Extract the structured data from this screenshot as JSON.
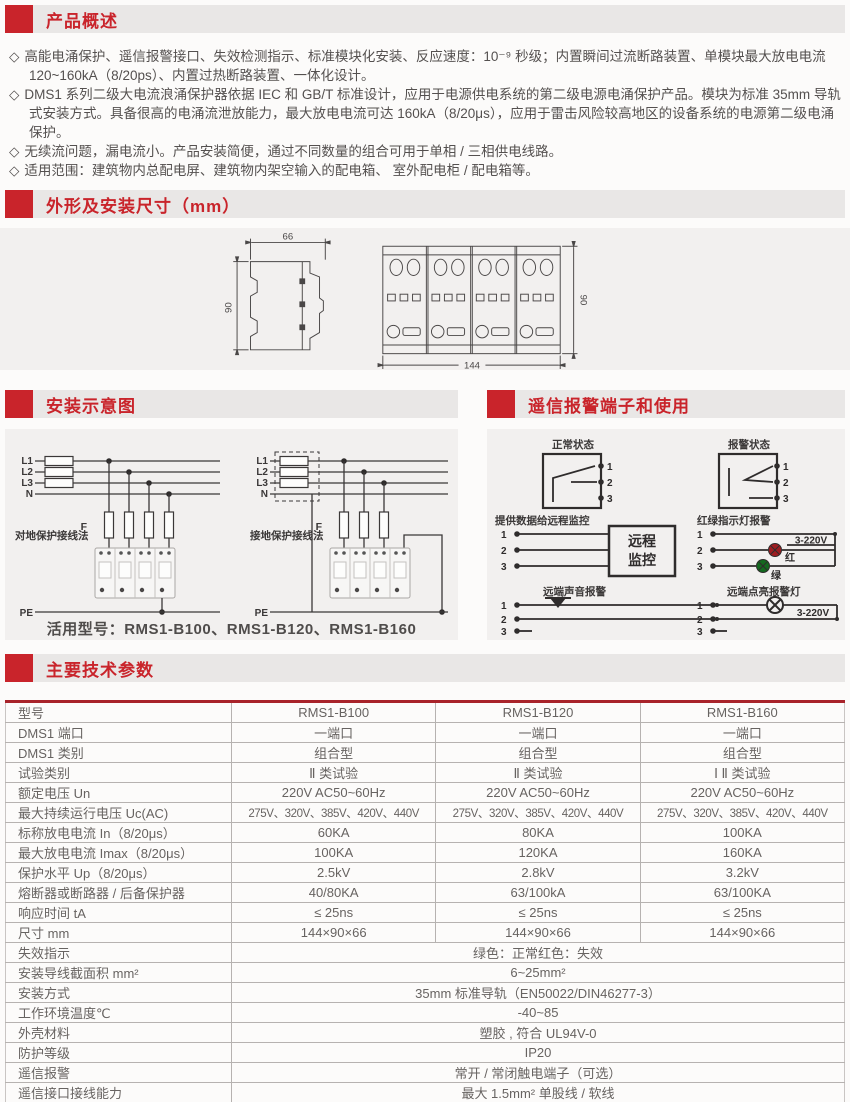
{
  "overview": {
    "title": "产品概述",
    "bullet_marker": "◇",
    "bullets": [
      "高能电涌保护、遥信报警接口、失效检测指示、标准模块化安装、反应速度：10⁻⁹ 秒级；内置瞬间过流断路装置、单模块最大放电电流 120~160kA（8/20ps）、内置过热断路装置、一体化设计。",
      "DMS1 系列二级大电流浪涌保护器依据 IEC 和 GB/T 标准设计，应用于电源供电系统的第二级电源电涌保护产品。模块为标准 35mm 导轨式安装方式。具备很高的电涌流泄放能力，最大放电电流可达 160kA（8/20μs），应用于雷击风险较高地区的设备系统的电源第二级电涌保护。",
      "无续流问题，漏电流小。产品安装简便，通过不同数量的组合可用于单相 / 三相供电线路。",
      "适用范围：建筑物内总配电屏、建筑物内架空输入的配电箱、 室外配电柜 / 配电箱等。"
    ]
  },
  "dimensions": {
    "title": "外形及安装尺寸（mm）",
    "side_width": "66",
    "side_height": "90",
    "front_width": "144",
    "front_height": "90"
  },
  "installation": {
    "title": "安装示意图",
    "diagram_a_label": "对地保护接线法",
    "diagram_b_label": "接地保护接线法",
    "bus_labels": [
      "L1",
      "L2",
      "L3",
      "N"
    ],
    "fuse_label": "F",
    "pe_label": "PE",
    "models_note": "活用型号：RMS1-B100、RMS1-B120、RMS1-B160"
  },
  "alarm": {
    "title": "遥信报警端子和使用",
    "normal_state_label": "正常状态",
    "alarm_state_label": "报警状态",
    "monitor_label": "提供数据给远程监控",
    "monitor_box_line1": "远程",
    "monitor_box_line2": "监控",
    "led_label": "红绿指示灯报警",
    "red_led_label": "红",
    "green_led_label": "绿",
    "led_voltage": "3-220V",
    "sound_label": "远端声音报警",
    "lamp_label": "远端点亮报警灯",
    "lamp_voltage": "3-220V",
    "terminals": [
      "1",
      "2",
      "3"
    ]
  },
  "parameters": {
    "title": "主要技术参数",
    "table": {
      "columns": [
        "型号",
        "RMS1-B100",
        "RMS1-B120",
        "RMS1-B160"
      ],
      "rows": [
        {
          "label": "DMS1 端口",
          "values": [
            "一端口",
            "一端口",
            "一端口"
          ]
        },
        {
          "label": "DMS1 类别",
          "values": [
            "组合型",
            "组合型",
            "组合型"
          ]
        },
        {
          "label": "试验类别",
          "values": [
            "Ⅱ 类试验",
            "Ⅱ 类试验",
            "Ⅰ Ⅱ 类试验"
          ]
        },
        {
          "label": "额定电压 Un",
          "values": [
            "220V AC50~60Hz",
            "220V AC50~60Hz",
            "220V AC50~60Hz"
          ]
        },
        {
          "label": "最大持续运行电压 Uc(AC)",
          "values": [
            "275V、320V、385V、420V、440V",
            "275V、320V、385V、420V、440V",
            "275V、320V、385V、420V、440V"
          ]
        },
        {
          "label": "标称放电电流 In（8/20μs）",
          "values": [
            "60KA",
            "80KA",
            "100KA"
          ]
        },
        {
          "label": "最大放电电流 Imax（8/20μs）",
          "values": [
            "100KA",
            "120KA",
            "160KA"
          ]
        },
        {
          "label": "保护水平 Up（8/20μs）",
          "values": [
            "2.5kV",
            "2.8kV",
            "3.2kV"
          ]
        },
        {
          "label": "熔断器或断路器 / 后备保护器",
          "values": [
            "40/80KA",
            "63/100kA",
            "63/100KA"
          ]
        },
        {
          "label": "响应时间 tA",
          "values": [
            "≤ 25ns",
            "≤ 25ns",
            "≤ 25ns"
          ]
        },
        {
          "label": "尺寸 mm",
          "values": [
            "144×90×66",
            "144×90×66",
            "144×90×66"
          ]
        },
        {
          "label": "失效指示",
          "span": "绿色：正常红色：失效"
        },
        {
          "label": "安装导线截面积 mm²",
          "span": "6~25mm²"
        },
        {
          "label": "安装方式",
          "span": "35mm 标准导轨（EN50022/DIN46277-3）"
        },
        {
          "label": "工作环境温度℃",
          "span": "-40~85"
        },
        {
          "label": "外壳材料",
          "span": "塑胶 , 符合 UL94V-0"
        },
        {
          "label": "防护等级",
          "span": "IP20"
        },
        {
          "label": "遥信报警",
          "span": "常开 / 常闭触电端子（可选）"
        },
        {
          "label": "遥信接口接线能力",
          "span": "最大 1.5mm² 单股线 / 软线"
        }
      ]
    }
  }
}
